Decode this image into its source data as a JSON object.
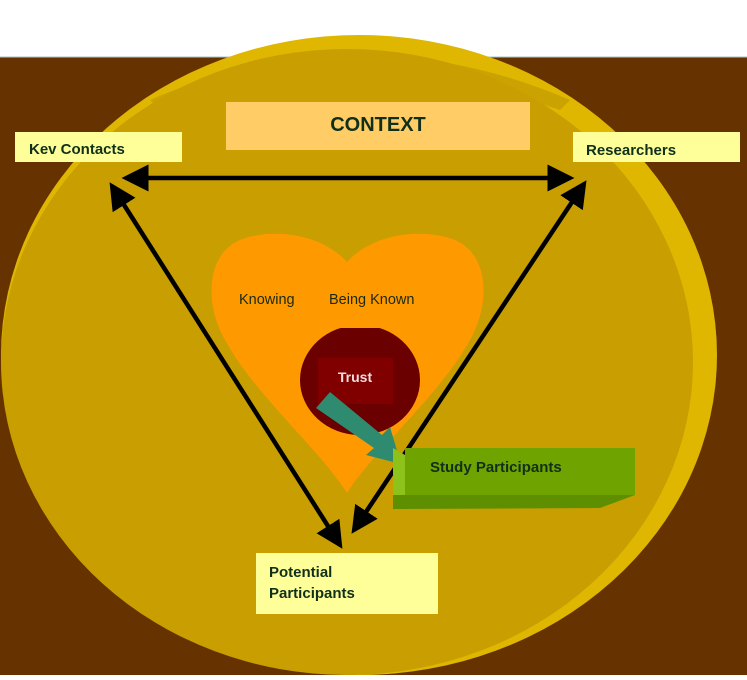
{
  "diagram": {
    "title_box": "CONTEXT",
    "nodes": {
      "key_contacts": "Kev Contacts",
      "researchers": "Researchers",
      "potential_participants_line1": "Potential",
      "potential_participants_line2": "Participants",
      "study_participants": "Study Participants"
    },
    "heart": {
      "left_label": "Knowing",
      "right_label": "Being Known",
      "center_label": "Trust"
    },
    "edges": [
      {
        "from": "Kev Contacts",
        "to": "Researchers",
        "type": "bidirectional"
      },
      {
        "from": "Kev Contacts",
        "to": "Potential Participants",
        "type": "bidirectional"
      },
      {
        "from": "Researchers",
        "to": "Potential Participants",
        "type": "bidirectional"
      },
      {
        "from": "Trust",
        "to": "Study Participants",
        "type": "directed"
      }
    ],
    "colors": {
      "background_band": "#663300",
      "outer_ellipse_ring": "#dfb600",
      "inner_ellipse": "#c89e00",
      "context_box": "#ffcc66",
      "label_box": "#ffff99",
      "heart": "#ff9900",
      "trust_circle": "#6b0000",
      "trust_box": "#800000",
      "trust_arrow": "#2e8b6f",
      "study_box": "#6fa300"
    }
  }
}
